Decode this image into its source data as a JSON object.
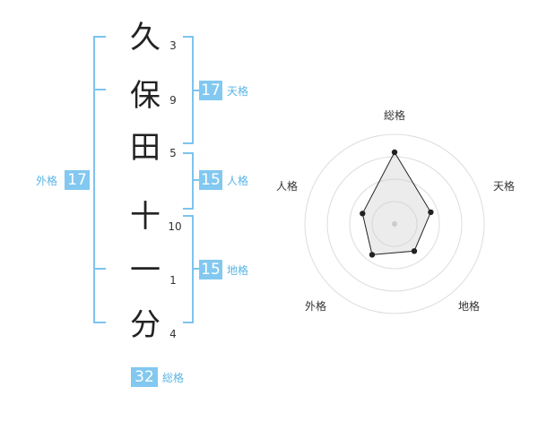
{
  "name": {
    "chars": [
      "久",
      "保",
      "田",
      "十",
      "一",
      "分"
    ],
    "strokes": [
      "3",
      "9",
      "5",
      "10",
      "1",
      "4"
    ]
  },
  "kakusu": {
    "tenkaku": {
      "value": "17",
      "label": "天格"
    },
    "jinkaku": {
      "value": "15",
      "label": "人格"
    },
    "chikaku": {
      "value": "15",
      "label": "地格"
    },
    "gaikaku": {
      "value": "17",
      "label": "外格"
    },
    "soukaku": {
      "value": "32",
      "label": "総格"
    }
  },
  "chart_data": {
    "type": "radar",
    "axes": [
      "総格",
      "天格",
      "地格",
      "外格",
      "人格"
    ],
    "values": [
      32,
      17,
      15,
      17,
      15
    ],
    "rings": 4
  },
  "colors": {
    "accent": "#82c8f0",
    "bracket": "#7cc4ee",
    "text": "#222222"
  }
}
